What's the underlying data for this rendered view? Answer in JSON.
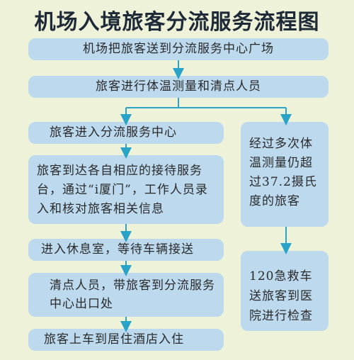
{
  "title": "机场入境旅客分流服务流程图",
  "colors": {
    "background": "#eef2d8",
    "box_fill": "#bcd9ee",
    "arrow": "#2aa3c8",
    "title": "#1e2a38"
  },
  "steps": {
    "step1": "机场把旅客送到分流服务中心广场",
    "step2": "旅客进行体温测量和清点人员",
    "step3": "旅客进入分流服务中心",
    "step4": "旅客到达各自相应的接待服务台，通过“i厦门”，工作人员录入和核对旅客相关信息",
    "step5": "进入休息室，等待车辆接送",
    "step6": "清点人员，带旅客到分流服务中心出口处",
    "step7": "旅客上车到居住酒店入住"
  },
  "branch": {
    "fever": "经过多次体温测量仍超过37.2摄氏度的旅客",
    "ambulance": "120急救车送旅客到医院进行检查"
  }
}
